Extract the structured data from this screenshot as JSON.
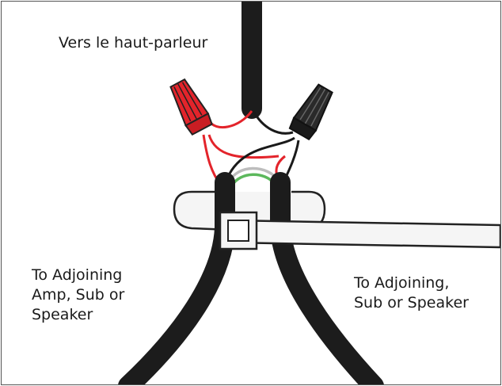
{
  "labels": {
    "top": "Vers le haut-parleur",
    "left": "To Adjoining\nAmp, Sub or\nSpeaker",
    "right": "To Adjoining,\nSub or Speaker"
  },
  "colors": {
    "cable": "#1c1c1c",
    "positive": "#e3242b",
    "positive_dark": "#a8141a",
    "negative": "#1a1a1a",
    "ground": "#5cb85c",
    "bare": "#bdbdbd",
    "tie": "#f5f5f5",
    "outline": "#222222"
  },
  "icons": {
    "red_connector": "wire-nut-red-icon",
    "black_connector": "wire-nut-black-icon",
    "tie": "cable-tie-icon"
  }
}
